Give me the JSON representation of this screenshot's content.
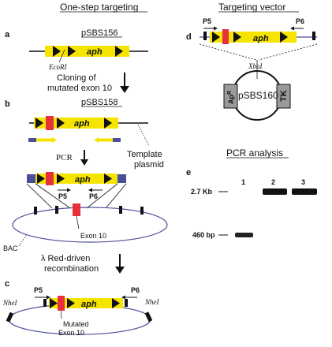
{
  "left_title": "One-step targeting",
  "right_title": "Targeting vector",
  "gel_title": "PCR analysis",
  "panels": {
    "a": "a",
    "b": "b",
    "c": "c",
    "d": "d",
    "e": "e"
  },
  "panel_a": {
    "plasmid": "pSBS156",
    "site": "EcoRI",
    "gene": "aph"
  },
  "step1": {
    "line1": "Cloning of",
    "line2": "mutated exon 10"
  },
  "panel_b": {
    "plasmid": "pSBS158",
    "gene": "aph",
    "template_line1": "Template",
    "template_line2": "plasmid",
    "pcr": "PCR",
    "p5": "P5",
    "p6": "P6",
    "exon": "Exon 10",
    "bac": "BAC"
  },
  "step2": {
    "line1": "λ Red-driven",
    "line2": "recombination"
  },
  "panel_c": {
    "gene": "aph",
    "p5": "P5",
    "p6": "P6",
    "site_left": "NheI",
    "site_right": "NheI",
    "mutated_line1": "Mutated",
    "mutated_line2": "Exon 10"
  },
  "panel_d": {
    "gene": "aph",
    "p5": "P5",
    "p6": "P6",
    "site": "XbaI",
    "vector": "pSBS160",
    "amp": "Ap",
    "amp_sup": "R",
    "tk": "TK"
  },
  "panel_e": {
    "lanes": [
      "1",
      "2",
      "3"
    ],
    "marker_high": "2.7 Kb",
    "marker_low": "460 bp"
  },
  "colors": {
    "insert": "#f5e400",
    "exon": "#e8303a",
    "arrow": "#111111",
    "flank": "#4a4f9a",
    "cassette": "#9a9a9a"
  }
}
